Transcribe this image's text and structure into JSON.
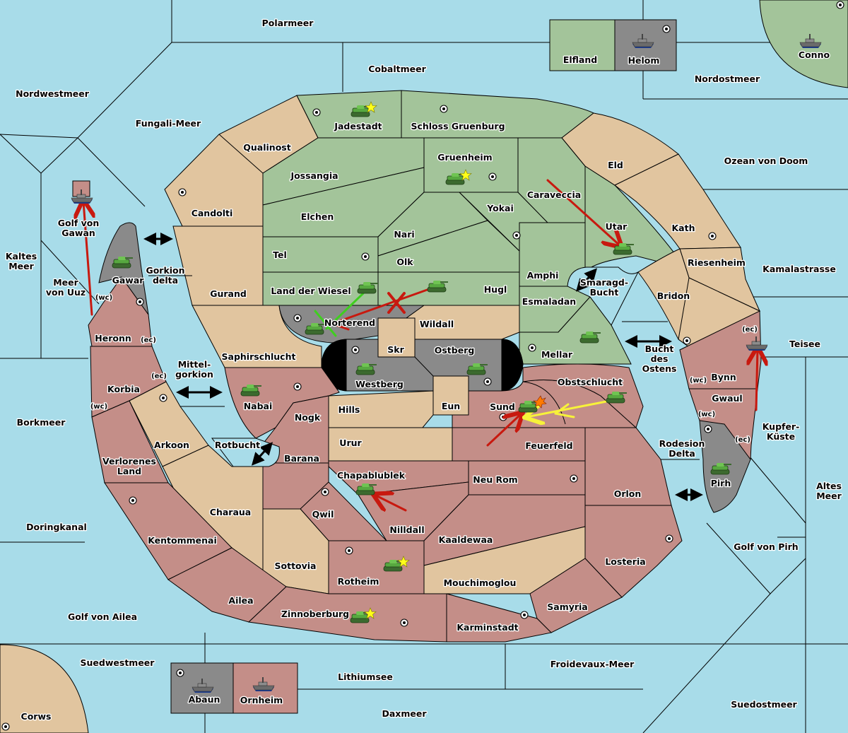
{
  "colors": {
    "sea": "#a8dce9",
    "green_power": "#a3c49a",
    "tan_neutral": "#e1c59f",
    "red_power": "#c48e88",
    "gray_power": "#8a8a8a",
    "impassable": "#000000",
    "move_order": "#c8190f",
    "support_order": "#3fcf1f",
    "retreat_order": "#f7f23a"
  },
  "provinces": {
    "polarmeer": "Polarmeer",
    "cobaltmeer": "Cobaltmeer",
    "nordwestmeer": "Nordwestmeer",
    "fungali_meer": "Fungali-Meer",
    "nordostmeer": "Nordostmeer",
    "elfland": "Elfland",
    "helom": "Helom",
    "conno": "Conno",
    "jadestadt": "Jadestadt",
    "schloss_gruenburg": "Schloss Gruenburg",
    "qualinost": "Qualinost",
    "gruenheim": "Gruenheim",
    "jossangia": "Jossangia",
    "eld": "Eld",
    "ozean_von_doom": "Ozean von Doom",
    "candolti": "Candolti",
    "caraveccia": "Caraveccia",
    "elchen": "Elchen",
    "yokai": "Yokai",
    "utar": "Utar",
    "kath": "Kath",
    "golf_von_gawan": "Golf von\nGawan",
    "nari": "Nari",
    "tel": "Tel",
    "olk": "Olk",
    "riesenheim": "Riesenheim",
    "kamalastrasse": "Kamalastrasse",
    "kaltes_meer": "Kaltes\nMeer",
    "gawar": "Gawar",
    "gorkion_delta": "Gorkion\ndelta",
    "amphi": "Amphi",
    "smaragd_bucht": "Smaragd-\nBucht",
    "meer_von_uuz": "Meer\nvon Uuz",
    "land_der_wiesel": "Land der Wiesel",
    "hugl": "Hugl",
    "gurand": "Gurand",
    "bridon": "Bridon",
    "esmaladan": "Esmaladan",
    "norterend": "Norterend",
    "wildall": "Wildall",
    "heronn": "Heronn",
    "teisee": "Teisee",
    "skr": "Skr",
    "ostberg": "Ostberg",
    "mellar": "Mellar",
    "saphirschlucht": "Saphirschlucht",
    "bucht_des_ostens": "Bucht\ndes\nOstens",
    "westberg": "Westberg",
    "bynn": "Bynn",
    "mittelgorkion": "Mittel-\ngorkion",
    "obstschlucht": "Obstschlucht",
    "korbia": "Korbia",
    "nabai": "Nabai",
    "gwaul": "Gwaul",
    "eun": "Eun",
    "sund": "Sund",
    "hills": "Hills",
    "nogk": "Nogk",
    "borkmeer": "Borkmeer",
    "kupfer_kueste": "Kupfer-\nKüste",
    "urur": "Urur",
    "arkoon": "Arkoon",
    "rotbucht": "Rotbucht",
    "feuerfeld": "Feuerfeld",
    "rodesion_delta": "Rodesion\nDelta",
    "barana": "Barana",
    "pirh": "Pirh",
    "chapablublek": "Chapablublek",
    "verlorenes_land": "Verlorenes\nLand",
    "neu_rom": "Neu Rom",
    "orlon": "Orlon",
    "altes_meer": "Altes\nMeer",
    "qwil": "Qwil",
    "charaua": "Charaua",
    "doringkanal": "Doringkanal",
    "nilldall": "Nilldall",
    "kaaldewaa": "Kaaldewaa",
    "kentommenai": "Kentommenai",
    "golf_von_pirh": "Golf von Pirh",
    "losteria": "Losteria",
    "sottovia": "Sottovia",
    "rotheim": "Rotheim",
    "mouchimoglou": "Mouchimoglou",
    "ailea": "Ailea",
    "samyria": "Samyria",
    "golf_von_ailea": "Golf von Ailea",
    "zinnoberburg": "Zinnoberburg",
    "karminstadt": "Karminstadt",
    "suedwestmeer": "Suedwestmeer",
    "froidevaux_meer": "Froidevaux-Meer",
    "lithiumsee": "Lithiumsee",
    "abaun": "Abaun",
    "ornheim": "Ornheim",
    "suedostmeer": "Suedostmeer",
    "corws": "Corws",
    "daxmeer": "Daxmeer"
  },
  "coast_labels": {
    "wc": "(wc)",
    "ec": "(ec)"
  },
  "units": [
    {
      "type": "army",
      "province": "Jadestadt",
      "home_star": true
    },
    {
      "type": "army",
      "province": "Gruenheim",
      "home_star": true
    },
    {
      "type": "army",
      "province": "Utar"
    },
    {
      "type": "army",
      "province": "Land der Wiesel"
    },
    {
      "type": "army",
      "province": "Hugl"
    },
    {
      "type": "army",
      "province": "Norterend"
    },
    {
      "type": "army",
      "province": "Gawar"
    },
    {
      "type": "army",
      "province": "Westberg"
    },
    {
      "type": "army",
      "province": "Ostberg"
    },
    {
      "type": "army",
      "province": "Mellar"
    },
    {
      "type": "army",
      "province": "Nabai"
    },
    {
      "type": "army",
      "province": "Obstschlucht"
    },
    {
      "type": "army",
      "province": "Sund",
      "dislodged": true
    },
    {
      "type": "army",
      "province": "Pirh"
    },
    {
      "type": "army",
      "province": "Chapablublek"
    },
    {
      "type": "army",
      "province": "Rotheim",
      "home_star": true
    },
    {
      "type": "army",
      "province": "Zinnoberburg",
      "home_star": true
    },
    {
      "type": "fleet",
      "province": "Helom"
    },
    {
      "type": "fleet",
      "province": "Conno"
    },
    {
      "type": "fleet",
      "province": "Golf von Gawan"
    },
    {
      "type": "fleet",
      "province": "Teisee"
    },
    {
      "type": "fleet",
      "province": "Abaun"
    },
    {
      "type": "fleet",
      "province": "Ornheim"
    }
  ],
  "orders": [
    {
      "kind": "move",
      "from": "Caraveccia",
      "to": "Utar"
    },
    {
      "kind": "move",
      "from": "Meer von Uuz",
      "to": "Golf von Gawan"
    },
    {
      "kind": "move",
      "from": "Bynn",
      "to": "Teisee"
    },
    {
      "kind": "support",
      "from": "Land der Wiesel",
      "to": "Norterend"
    },
    {
      "kind": "move-failed",
      "from": "Hugl",
      "to": "Norterend"
    },
    {
      "kind": "move",
      "from": "Nilldall",
      "to": "Chapablublek"
    },
    {
      "kind": "move",
      "from": "Feuerfeld",
      "to": "Sund"
    },
    {
      "kind": "retreat",
      "from": "Obstschlucht",
      "to": "Sund"
    }
  ]
}
